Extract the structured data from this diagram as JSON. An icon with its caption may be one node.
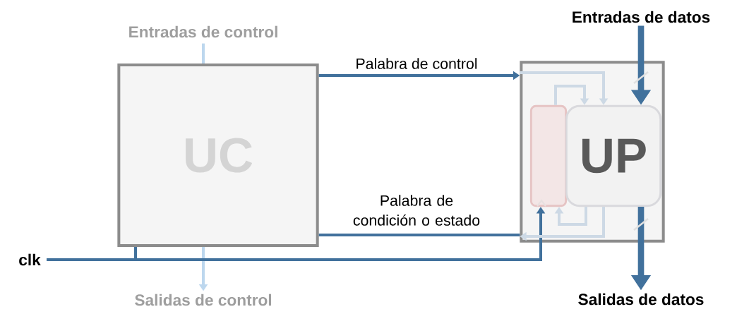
{
  "diagram": {
    "nodes": [
      {
        "text": [
          "Entradas de control"
        ]
      },
      {
        "text": [
          "UC"
        ]
      },
      {
        "text": [
          "Salidas de control"
        ]
      },
      {
        "text": [],
        "shape": "box"
      },
      {
        "text": [],
        "shape": "box",
        "in": 3
      },
      {
        "text": [
          "UP"
        ],
        "in": 3
      },
      {
        "text": [
          "Entradas de datos"
        ]
      },
      {
        "text": [
          "Salidas de datos"
        ]
      },
      {
        "text": [
          "clk"
        ]
      }
    ],
    "edges": [
      {
        "from": 0,
        "to": 1,
        "arrow": "none",
        "color": "#bdd7ee"
      },
      {
        "from": 1,
        "to": 2,
        "arrow": "to",
        "color": "#bdd7ee"
      },
      {
        "from": 1,
        "to": 3,
        "arrow": "to",
        "label": "Palabra de control"
      },
      {
        "from": 3,
        "to": 1,
        "arrow": "none",
        "label": "Palabra de condición o estado"
      },
      {
        "from": 6,
        "to": 5,
        "arrow": "to",
        "style": "thick"
      },
      {
        "from": 5,
        "to": 7,
        "arrow": "to",
        "style": "thick"
      },
      {
        "from": 8,
        "to": 1,
        "arrow": "none"
      },
      {
        "from": 8,
        "to": 4,
        "arrow": "to"
      },
      {
        "from": 3,
        "to": 5,
        "arrow": "to",
        "color": "#cdd9e5"
      },
      {
        "from": 4,
        "to": 5,
        "arrow": "to",
        "color": "#cdd9e5"
      },
      {
        "from": 5,
        "to": 4,
        "arrow": "to",
        "color": "#cdd9e5"
      },
      {
        "from": 5,
        "to": 3,
        "arrow": "to",
        "color": "#cdd9e5"
      }
    ]
  }
}
